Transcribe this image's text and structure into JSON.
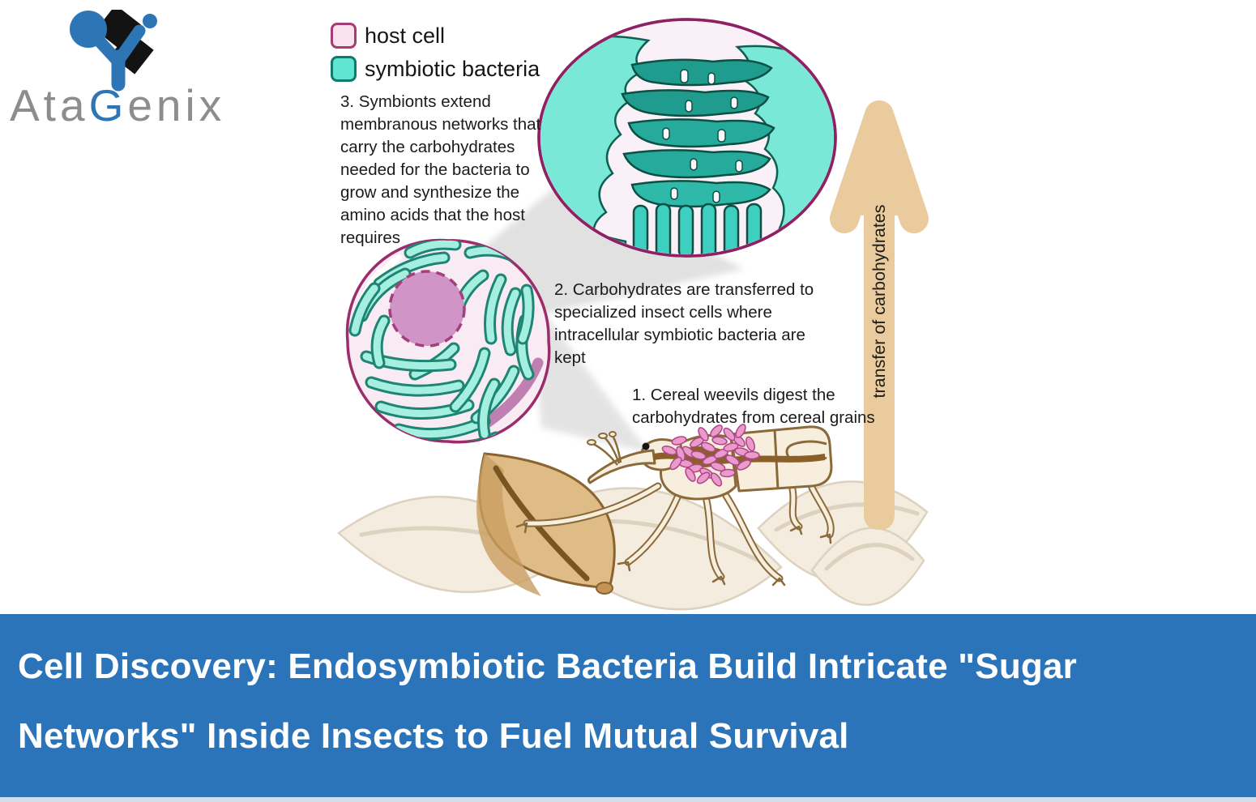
{
  "logo": {
    "part1": "Ata",
    "part2": "G",
    "part3": "enix",
    "icon": "atagenix-y-mark"
  },
  "legend": {
    "items": [
      {
        "label": "host cell",
        "fill": "#f9e3ee",
        "border": "#a63c74"
      },
      {
        "label": "symbiotic bacteria",
        "fill": "#5fe5d1",
        "border": "#117a6d"
      }
    ]
  },
  "steps": [
    {
      "text": "1. Cereal weevils digest the carbohydrates from cereal grains"
    },
    {
      "text": "2. Carbohydrates are transferred to specialized insect cells where intracellular symbiotic bacteria are kept"
    },
    {
      "text": "3. Symbionts extend membranous networks that carry the carbohydrates needed for the bacteria to grow and synthesize the amino acids that the host requires"
    }
  ],
  "arrow": {
    "label": "transfer of carbohydrates",
    "color": "#e9cb9e"
  },
  "banner": {
    "line1": "Cell Discovery: Endosymbiotic Bacteria Build Intricate \"Sugar",
    "line2": "Networks\" Inside Insects to Fuel Mutual Survival",
    "background": "#2b74b9",
    "text_color": "#ffffff"
  },
  "colors": {
    "host_cell_fill": "#f8ebf4",
    "host_cell_border": "#9c2d6b",
    "nucleus": "#d094c6",
    "symbiont_light_teal": "#7ae8d6",
    "symbiont_dark_teal": "#1f9c8e",
    "membrane_circle_border": "#8e2163",
    "weevil_outline": "#8a6a3a",
    "weevil_body": "#f8eedd",
    "bacteriome_pink": "#ea9acb",
    "grain_brown": "#dfbc86",
    "grain_pale": "#f3ecdf",
    "logo_gray": "#8d8d8d",
    "logo_blue": "#2e75b6"
  }
}
